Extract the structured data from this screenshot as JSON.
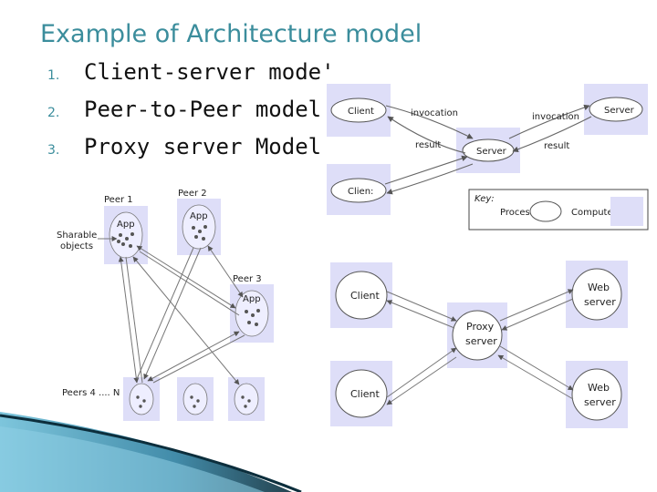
{
  "title": "Example of Architecture model",
  "bullets": [
    {
      "num": "1.",
      "text": "Client-server mode'"
    },
    {
      "num": "2.",
      "text": "Peer-to-Peer model"
    },
    {
      "num": "3.",
      "text": "Proxy server Model"
    }
  ],
  "client_server": {
    "client_top": "Client",
    "client_bottom": "Clien:",
    "server_center": "Server",
    "server_right": "Server",
    "invocation_left": "invocation",
    "invocation_right": "invocation",
    "result_left": "result",
    "result_right": "result",
    "key_title": "Key:",
    "key_process": "Process:",
    "key_computer": "Computer:"
  },
  "p2p": {
    "peer1": "Peer 1",
    "peer2": "Peer 2",
    "peer3": "Peer 3",
    "peers_n": "Peers 4 .... N",
    "app": "App",
    "sharable_line1": "Sharable",
    "sharable_line2": "objects"
  },
  "proxy": {
    "client_top": "Client",
    "client_bottom": "Client",
    "proxy_line1": "Proxy",
    "proxy_line2": "server",
    "web1_line1": "Web",
    "web1_line2": "server",
    "web2_line1": "Web",
    "web2_line2": "server"
  },
  "colors": {
    "title": "#3b8d9c",
    "box_fill": "#dedef8",
    "decor_dark": "#0c2e3c",
    "decor_light": "#6fbfd8"
  }
}
